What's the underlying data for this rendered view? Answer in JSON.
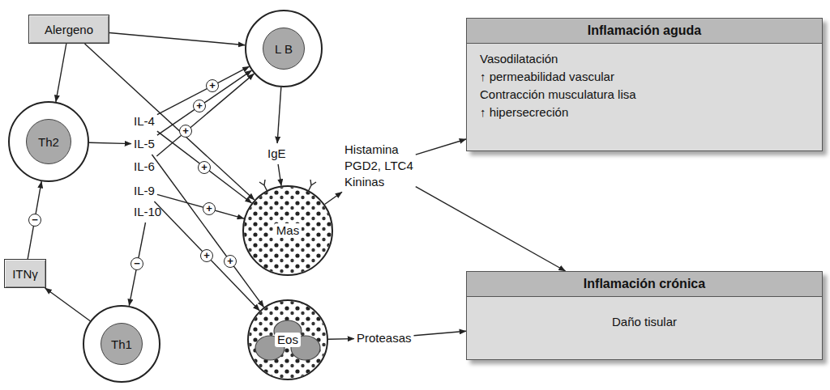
{
  "diagram": {
    "nodes": [
      {
        "text": [
          "Alergeno"
        ]
      },
      {
        "text": [
          "L B"
        ]
      },
      {
        "text": [
          "Th2"
        ]
      },
      {
        "text": [
          "IL-4"
        ]
      },
      {
        "text": [
          "IL-5"
        ]
      },
      {
        "text": [
          "IL-6"
        ]
      },
      {
        "text": [
          "IL-9"
        ]
      },
      {
        "text": [
          "IL-10"
        ]
      },
      {
        "text": [
          "IgE"
        ]
      },
      {
        "text": [
          "Mas"
        ]
      },
      {
        "text": [
          "Eos"
        ]
      },
      {
        "text": [
          "ITNγ"
        ]
      },
      {
        "text": [
          "Th1"
        ]
      },
      {
        "text": [
          "Histamina",
          "PGD2, LTC4",
          "Kininas"
        ]
      },
      {
        "text": [
          "Proteasas"
        ]
      },
      {
        "text": [
          "Inflamación aguda",
          "Vasodilatación",
          "↑ permeabilidad vascular",
          "Contracción musculatura lisa",
          "↑ hipersecreción"
        ]
      },
      {
        "text": [
          "Inflamación crónica",
          "Daño tisular"
        ]
      }
    ],
    "edges": [
      {
        "from": 0,
        "to": 1,
        "arrow": "to"
      },
      {
        "from": 0,
        "to": 2,
        "arrow": "to"
      },
      {
        "from": 0,
        "to": 9,
        "arrow": "to"
      },
      {
        "from": 2,
        "to": 4,
        "arrow": "to"
      },
      {
        "from": 3,
        "to": 1,
        "label": "+",
        "arrow": "to"
      },
      {
        "from": 4,
        "to": 1,
        "label": "+",
        "arrow": "to"
      },
      {
        "from": 5,
        "to": 1,
        "label": "+",
        "arrow": "to"
      },
      {
        "from": 3,
        "to": 9,
        "label": "+",
        "arrow": "to"
      },
      {
        "from": 4,
        "to": 10,
        "label": "+",
        "arrow": "to"
      },
      {
        "from": 6,
        "to": 9,
        "label": "+",
        "arrow": "to"
      },
      {
        "from": 6,
        "to": 10,
        "label": "+",
        "arrow": "to"
      },
      {
        "from": 1,
        "to": 8,
        "arrow": "to"
      },
      {
        "from": 8,
        "to": 9,
        "arrow": "to"
      },
      {
        "from": 7,
        "to": 12,
        "label": "−",
        "arrow": "to"
      },
      {
        "from": 12,
        "to": 11,
        "arrow": "to"
      },
      {
        "from": 11,
        "to": 2,
        "label": "−",
        "arrow": "to"
      },
      {
        "from": 9,
        "to": 13,
        "arrow": "to"
      },
      {
        "from": 13,
        "to": 15,
        "arrow": "to"
      },
      {
        "from": 13,
        "to": 16,
        "arrow": "to"
      },
      {
        "from": 10,
        "to": 14,
        "arrow": "to"
      },
      {
        "from": 14,
        "to": 16,
        "arrow": "to"
      }
    ]
  }
}
